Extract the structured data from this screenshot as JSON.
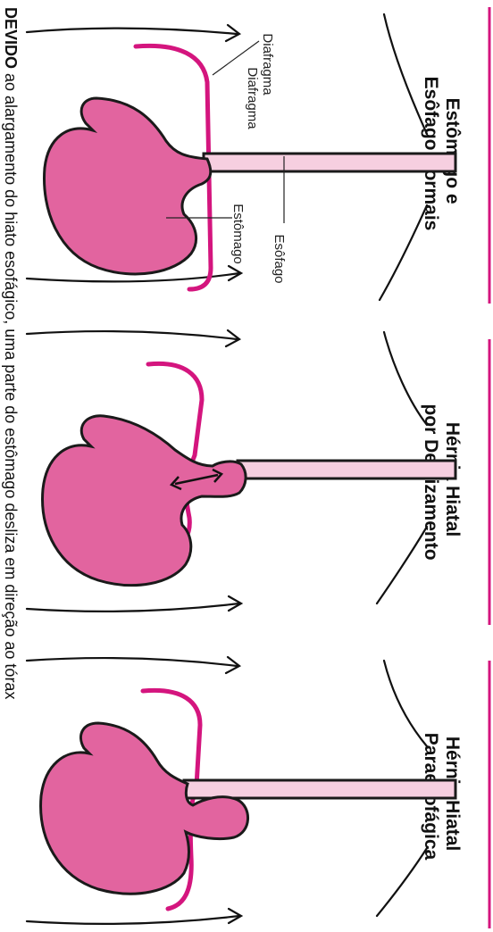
{
  "colors": {
    "stomach_fill": "#e2649f",
    "esophagus_fill": "#f6cfe0",
    "diaphragm": "#d4157e",
    "header_bar": "#d4157e"
  },
  "panels": [
    {
      "title_lines": [
        "Estômago e",
        "Esôfago Normais"
      ],
      "labels": {
        "diafragma": "Diafragma",
        "diafragma_top": "Diafragma",
        "esofago": "Esôfago",
        "estomago": "Estômago"
      }
    },
    {
      "title_lines": [
        "Hérnia Hiatal",
        "por Deslizamento"
      ]
    },
    {
      "title_lines": [
        "Hérnia Hiatal",
        "Paraesofágica"
      ]
    }
  ],
  "caption": {
    "bold": "DEVIDO",
    "text": " ao alargamento do hiato esofágico, uma parte do estômago desliza em direção ao tórax"
  }
}
